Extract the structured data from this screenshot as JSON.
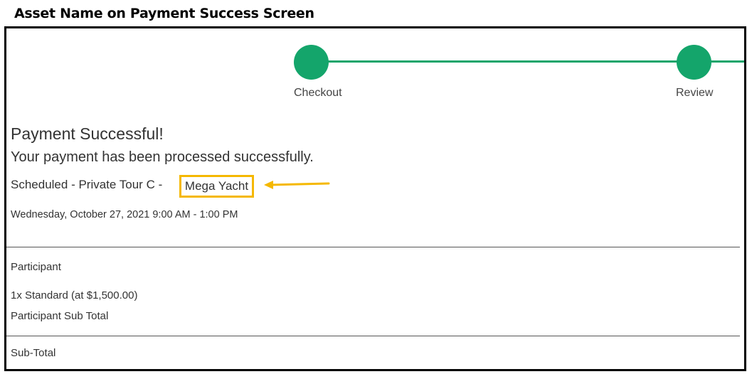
{
  "caption": "Asset Name on Payment Success Screen",
  "stepper": {
    "steps": [
      {
        "label": "Checkout"
      },
      {
        "label": "Review"
      }
    ],
    "accent_color": "#14a56b"
  },
  "confirmation": {
    "title": "Payment Successful!",
    "message": "Your payment has been processed successfully.",
    "scheduled_prefix": "Scheduled - Private Tour C -",
    "asset_name": "Mega Yacht",
    "datetime": "Wednesday, October 27, 2021 9:00 AM - 1:00 PM"
  },
  "summary": {
    "participant_heading": "Participant",
    "line_item": "1x Standard (at $1,500.00)",
    "participant_subtotal_label": "Participant Sub Total",
    "subtotal_label": "Sub-Total"
  },
  "annotation": {
    "highlight_color": "#f5b800",
    "arrow_icon": "left-arrow-icon"
  }
}
